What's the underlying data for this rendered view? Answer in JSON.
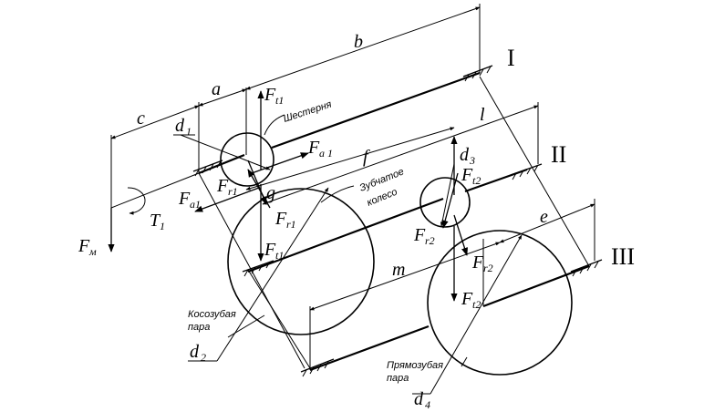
{
  "dimensions": {
    "a": "a",
    "b": "b",
    "c": "c",
    "f": "f",
    "l": "l",
    "g": "g",
    "e": "e",
    "m": "m"
  },
  "diameters": {
    "d1": {
      "base": "d",
      "sub": "1"
    },
    "d2": {
      "base": "d",
      "sub": "2"
    },
    "d3": {
      "base": "d",
      "sub": "3"
    },
    "d4": {
      "base": "d",
      "sub": "4"
    }
  },
  "forces": {
    "Ft1_top": {
      "base": "F",
      "sub": "t1"
    },
    "Ft1_bottom": {
      "base": "F",
      "sub": "t1"
    },
    "Fa1_top": {
      "base": "F",
      "sub": "a 1"
    },
    "Fa1_left": {
      "base": "F",
      "sub": "a1"
    },
    "Fr1_left": {
      "base": "F",
      "sub": "r1"
    },
    "Fr1_right": {
      "base": "F",
      "sub": "r1"
    },
    "Ft2_top": {
      "base": "F",
      "sub": "t2"
    },
    "Ft2_bottom": {
      "base": "F",
      "sub": "t2"
    },
    "Fr2_left": {
      "base": "F",
      "sub": "r2"
    },
    "Fr2_right": {
      "base": "F",
      "sub": "r2"
    },
    "Fm": {
      "base": "F",
      "sub": "м"
    },
    "T1": {
      "base": "T",
      "sub": "1"
    }
  },
  "notes": {
    "pinion": "Шестерня",
    "gear_wheel_1": "Зубчатое",
    "gear_wheel_2": "колесо",
    "helical_1": "Косозубая",
    "helical_2": "пара",
    "spur_1": "Прямозубая",
    "spur_2": "пара"
  },
  "shafts": {
    "shaft1": "I",
    "shaft2": "II",
    "shaft3": "III"
  }
}
